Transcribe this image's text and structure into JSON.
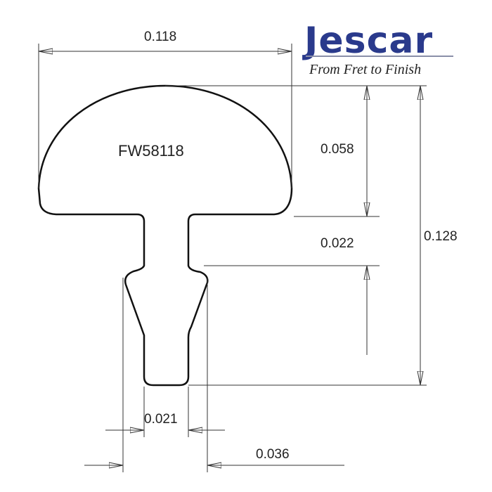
{
  "logo": {
    "brand": "Jescar",
    "tagline": "From Fret to Finish",
    "brand_color": "#2a3a8c"
  },
  "part": {
    "model": "FW58118"
  },
  "dimensions": {
    "crown_width": "0.118",
    "crown_height": "0.058",
    "barb_offset": "0.022",
    "total_height": "0.128",
    "tang_width": "0.021",
    "barb_width": "0.036"
  }
}
